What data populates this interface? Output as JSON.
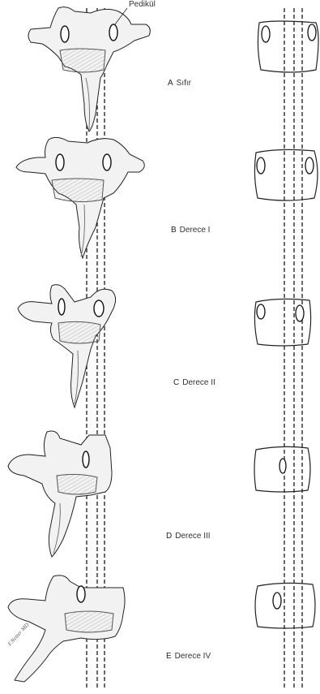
{
  "pedicle_label": "Pedikül",
  "grades": [
    {
      "id": "a",
      "letter": "A",
      "name": "Sıfır"
    },
    {
      "id": "b",
      "letter": "B",
      "name": "Derece I"
    },
    {
      "id": "c",
      "letter": "C",
      "name": "Derece II"
    },
    {
      "id": "d",
      "letter": "D",
      "name": "Derece III"
    },
    {
      "id": "e",
      "letter": "E",
      "name": "Derece IV"
    }
  ],
  "signature": "F.Netter MD",
  "colors": {
    "line": "#1a1a1a",
    "bone_fill": "#f2f2f2",
    "bone_shade": "#bdbdbd"
  }
}
